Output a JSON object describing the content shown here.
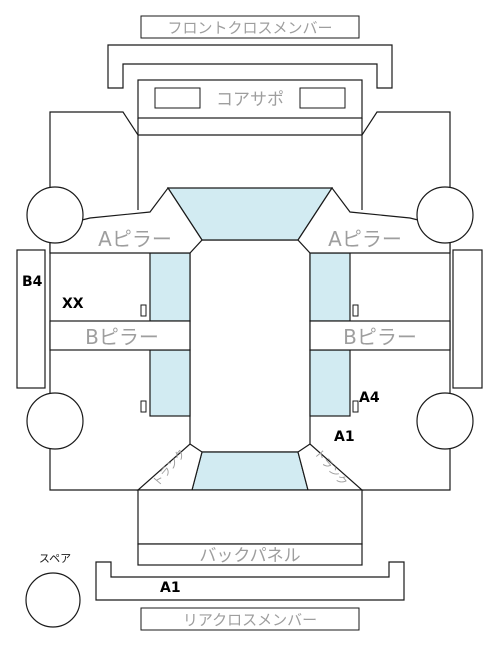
{
  "labels": {
    "front_cross_member": "フロントクロスメンバー",
    "core_support": "コアサポ",
    "a_pillar_left": "Aピラー",
    "a_pillar_right": "Aピラー",
    "b_pillar_left": "Bピラー",
    "b_pillar_right": "Bピラー",
    "trunk_left": "トランク",
    "trunk_right": "トランク",
    "back_panel": "バックパネル",
    "rear_cross_member": "リアクロスメンバー",
    "spare": "スペア"
  },
  "markers": {
    "b4": "B4",
    "xx": "XX",
    "a4": "A4",
    "a1_right": "A1",
    "a1_rear": "A1"
  },
  "colors": {
    "glass": "#d2ebf2",
    "outline": "#1a1a1a",
    "label_gray": "#9e9e9e"
  }
}
